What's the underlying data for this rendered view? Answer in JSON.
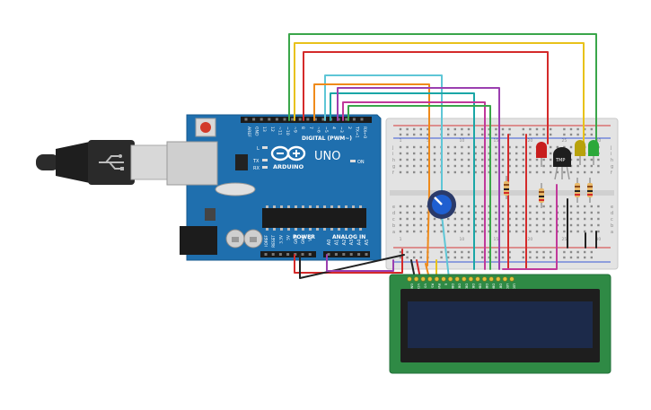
{
  "arduino": {
    "brand": "ARDUINO",
    "model": "UNO",
    "digital_label": "DIGITAL (PWM~)",
    "power_label": "POWER",
    "analog_label": "ANALOG IN",
    "on_label": "ON",
    "led_l": "L",
    "led_tx": "TX",
    "led_rx": "RX",
    "digital_pins": [
      "AREF",
      "GND",
      "13",
      "12",
      "~11",
      "~10",
      "~9",
      "8",
      "7",
      "~6",
      "~5",
      "4",
      "~3",
      "2",
      "TX→1",
      "RX←0"
    ],
    "power_pins": [
      "IOREF",
      "RESET",
      "3.3V",
      "5V",
      "GND",
      "GND",
      "Vin"
    ],
    "analog_pins": [
      "A0",
      "A1",
      "A2",
      "A3",
      "A4",
      "A5"
    ]
  },
  "breadboard": {
    "row_labels_top": [
      "j",
      "i",
      "h",
      "g",
      "f"
    ],
    "row_labels_bottom": [
      "e",
      "d",
      "c",
      "b",
      "a"
    ],
    "col_numbers": [
      "1",
      "5",
      "10",
      "15",
      "20",
      "25",
      "30"
    ]
  },
  "sensor": {
    "label": "TMP"
  },
  "lcd": {
    "pin_labels": [
      "GND",
      "VCC",
      "V0",
      "RS",
      "RW",
      "E",
      "DB0",
      "DB1",
      "DB2",
      "DB3",
      "DB4",
      "DB5",
      "DB6",
      "DB7",
      "LED",
      "LED"
    ]
  },
  "colors": {
    "arduino_board": "#1f6fae",
    "breadboard": "#e3e3e3",
    "lcd_board": "#2f8a45",
    "lcd_screen": "#1c2a4a",
    "wire_green": "#3aa64a",
    "wire_yellow": "#e8c21a",
    "wire_red": "#d42a2a",
    "wire_cyan": "#5ec6d6",
    "wire_orange": "#ef8a1a",
    "wire_teal": "#1aa6a6",
    "wire_purple": "#9b3fb0",
    "wire_magenta": "#c0399a",
    "wire_black": "#222222"
  }
}
